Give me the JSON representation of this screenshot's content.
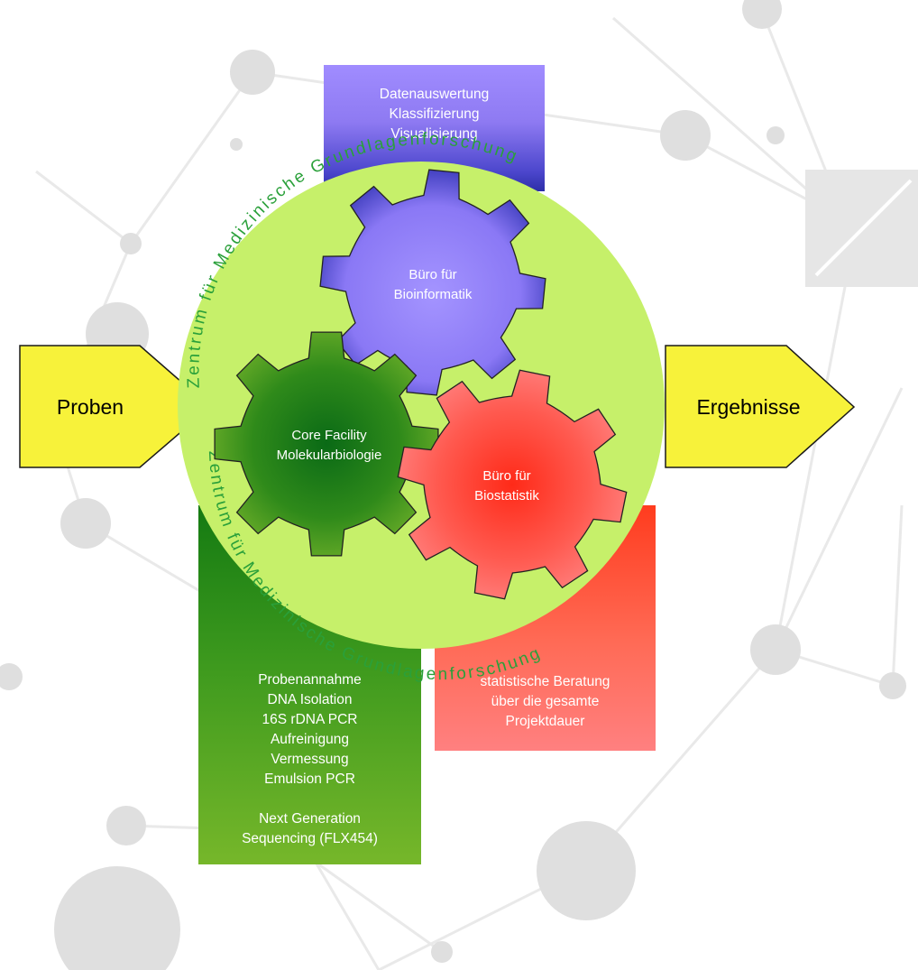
{
  "ring_text_top": "Zentrum für Medizinische Grundlagenforschung",
  "ring_text_bottom": "Zentrum für Medizinische Grundlagenforschung",
  "input_arrow": "Proben",
  "output_arrow": "Ergebnisse",
  "gears": {
    "bioinformatik": [
      "Büro für",
      "Bioinformatik"
    ],
    "molekularbiologie": [
      "Core Facility",
      "Molekularbiologie"
    ],
    "biostatistik": [
      "Büro für",
      "Biostatistik"
    ]
  },
  "boxes": {
    "bioinformatik": [
      "Datenauswertung",
      "Klassifizierung",
      "Visualisierung"
    ],
    "molekularbiologie": [
      "Probenannahme",
      "DNA Isolation",
      "16S rDNA PCR",
      "Aufreinigung",
      "Vermessung",
      "Emulsion PCR",
      "",
      "Next Generation",
      "Sequencing (FLX454)"
    ],
    "biostatistik": [
      "statistische Beratung",
      "über die gesamte",
      "Projektdauer"
    ]
  },
  "colors": {
    "ring": "#c6f06a",
    "ring_text": "#2aa03a",
    "arrow_fill": "#f7f23a",
    "gear_bioinformatik": "#8f7bff",
    "gear_molekularbiologie": "#2f8a1a",
    "gear_biostatistik": "#ff6e6e"
  }
}
